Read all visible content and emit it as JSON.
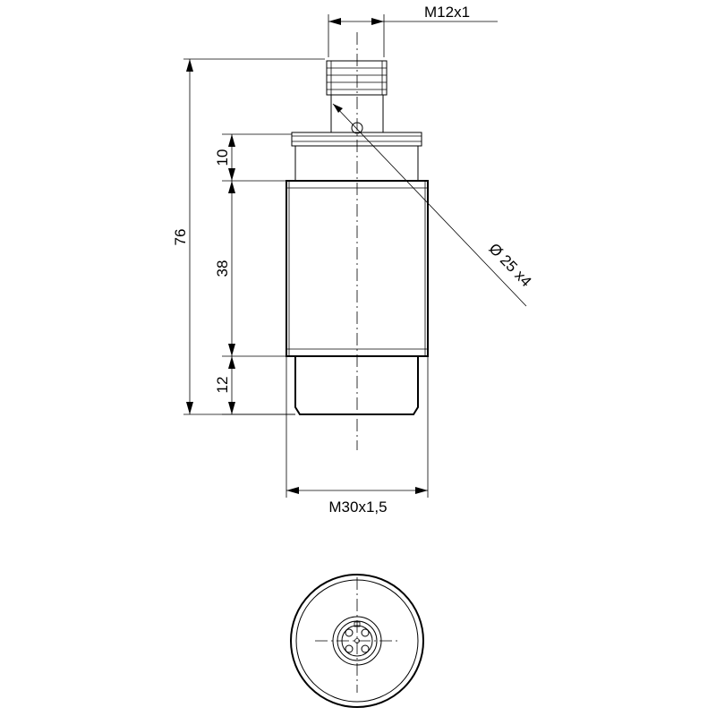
{
  "dimensions": {
    "connector_thread": "M12x1",
    "overall_length": "76",
    "top_section": "10",
    "middle_section": "38",
    "bottom_section": "12",
    "body_thread": "M30x1,5",
    "hole_callout": "Ø 25 x4"
  }
}
